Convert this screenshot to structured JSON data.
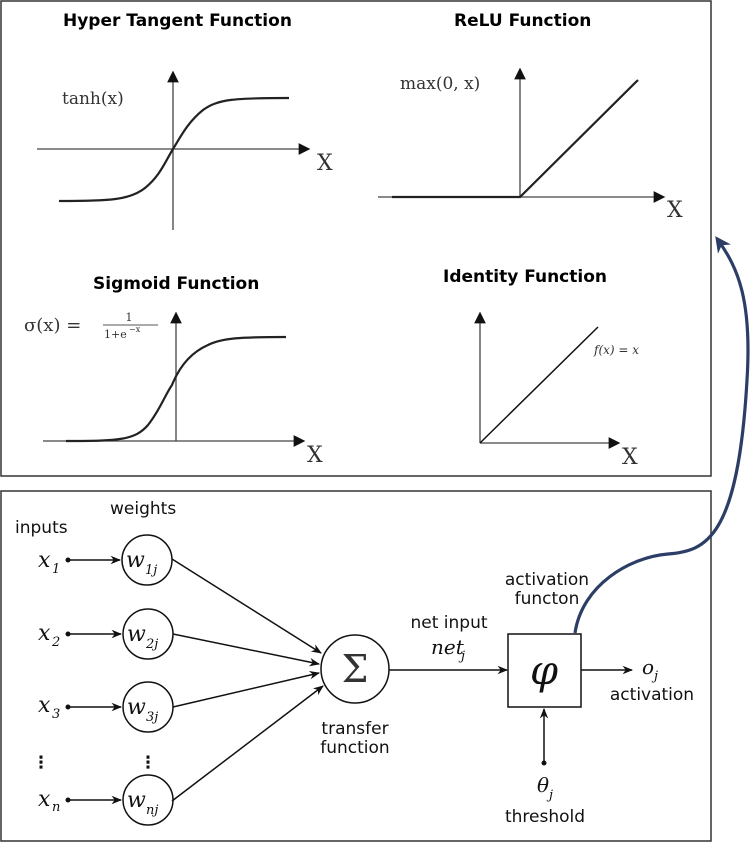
{
  "top_panel": {
    "plots": [
      {
        "id": "tanh",
        "title": "Hyper Tangent Function",
        "formula": "tanh(x)",
        "x_axis_label": "X"
      },
      {
        "id": "relu",
        "title": "ReLU Function",
        "formula": "max(0, x)",
        "x_axis_label": "X"
      },
      {
        "id": "sigmoid",
        "title": "Sigmoid Function",
        "formula_lhs": "σ(x) =",
        "formula_num": "1",
        "formula_den": "1+e",
        "formula_exp": "−x",
        "x_axis_label": "X"
      },
      {
        "id": "identity",
        "title": "Identity Function",
        "formula": "f(x) = x",
        "x_axis_label": "X"
      }
    ]
  },
  "bottom_panel": {
    "labels": {
      "inputs": "inputs",
      "weights": "weights",
      "transfer_1": "transfer",
      "transfer_2": "function",
      "net_input": "net input",
      "net_j": "net",
      "net_sub": "j",
      "activation_fn_1": "activation",
      "activation_fn_2": "functon",
      "output": "o",
      "output_sub": "j",
      "activation": "activation",
      "threshold_sym": "θ",
      "threshold_sub": "j",
      "threshold": "threshold",
      "sum_symbol": "Σ",
      "phi_symbol": "φ",
      "vdots": "⋮"
    },
    "inputs": [
      {
        "sym": "x",
        "sub": "1"
      },
      {
        "sym": "x",
        "sub": "2"
      },
      {
        "sym": "x",
        "sub": "3"
      },
      {
        "sym": "x",
        "sub": "n"
      }
    ],
    "weights": [
      {
        "sym": "w",
        "sub": "1j"
      },
      {
        "sym": "w",
        "sub": "2j"
      },
      {
        "sym": "w",
        "sub": "3j"
      },
      {
        "sym": "w",
        "sub": "nj"
      }
    ]
  },
  "colors": {
    "feedback_arrow": "#2c3e66",
    "ink": "#111111"
  }
}
